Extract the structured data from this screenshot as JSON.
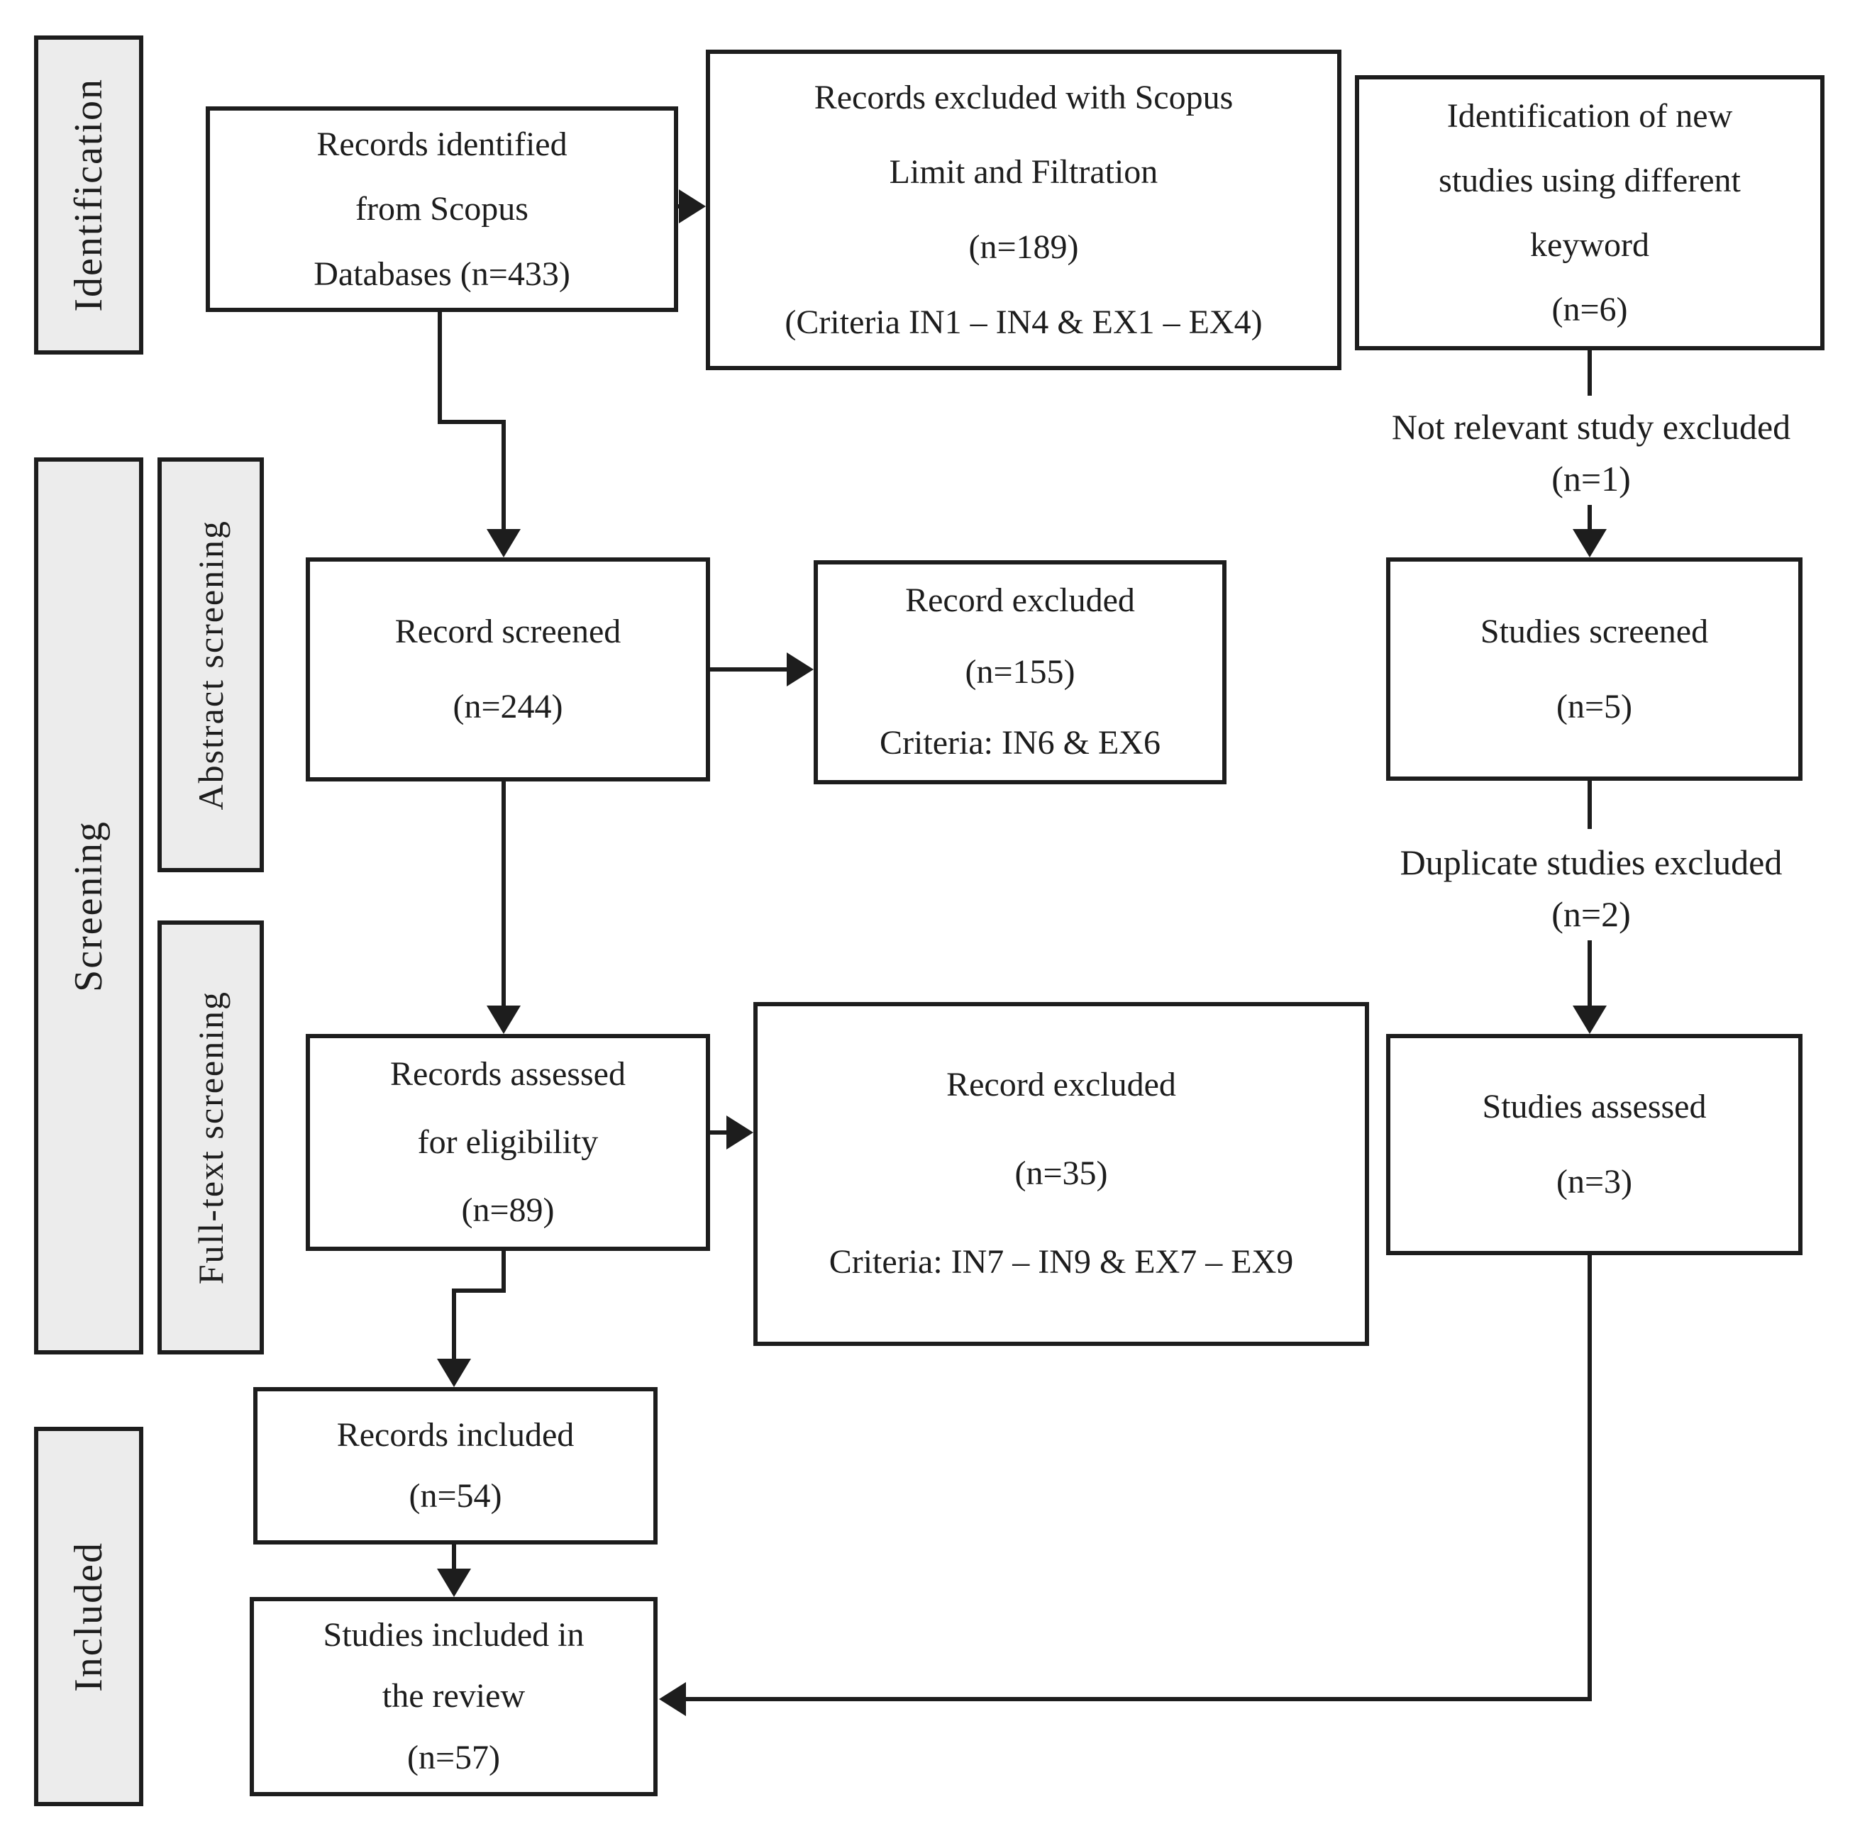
{
  "diagram": {
    "stages": {
      "identification": "Identification",
      "screening": "Screening",
      "abstract_screening": "Abstract screening",
      "fulltext_screening": "Full-text screening",
      "included": "Included"
    },
    "boxes": {
      "records_identified": [
        "Records identified",
        "from Scopus",
        "Databases (n=433)"
      ],
      "records_excluded_scopus": [
        "Records excluded with Scopus",
        "Limit and Filtration",
        "(n=189)",
        "(Criteria IN1 – IN4 & EX1 – EX4)"
      ],
      "new_keyword_studies": [
        "Identification of new",
        "studies using different",
        "keyword",
        "(n=6)"
      ],
      "record_screened": [
        "Record screened",
        "(n=244)"
      ],
      "record_excluded_abstract": [
        "Record excluded",
        "(n=155)",
        "Criteria: IN6 & EX6"
      ],
      "studies_screened": [
        "Studies screened",
        "(n=5)"
      ],
      "records_assessed": [
        "Records assessed",
        "for eligibility",
        "(n=89)"
      ],
      "record_excluded_fulltext": [
        "Record excluded",
        "(n=35)",
        "Criteria: IN7 – IN9 & EX7 – EX9"
      ],
      "studies_assessed": [
        "Studies assessed",
        "(n=3)"
      ],
      "records_included": [
        "Records included",
        "(n=54)"
      ],
      "studies_included": [
        "Studies included in",
        "the review",
        "(n=57)"
      ]
    },
    "labels": {
      "not_relevant_excluded": [
        "Not relevant study excluded",
        "(n=1)"
      ],
      "duplicate_excluded": [
        "Duplicate studies excluded",
        "(n=2)"
      ]
    },
    "colors": {
      "ink": "#1d1d1d",
      "stage_fill": "#ececec",
      "box_fill": "#ffffff",
      "page_bg": "#ffffff"
    }
  }
}
